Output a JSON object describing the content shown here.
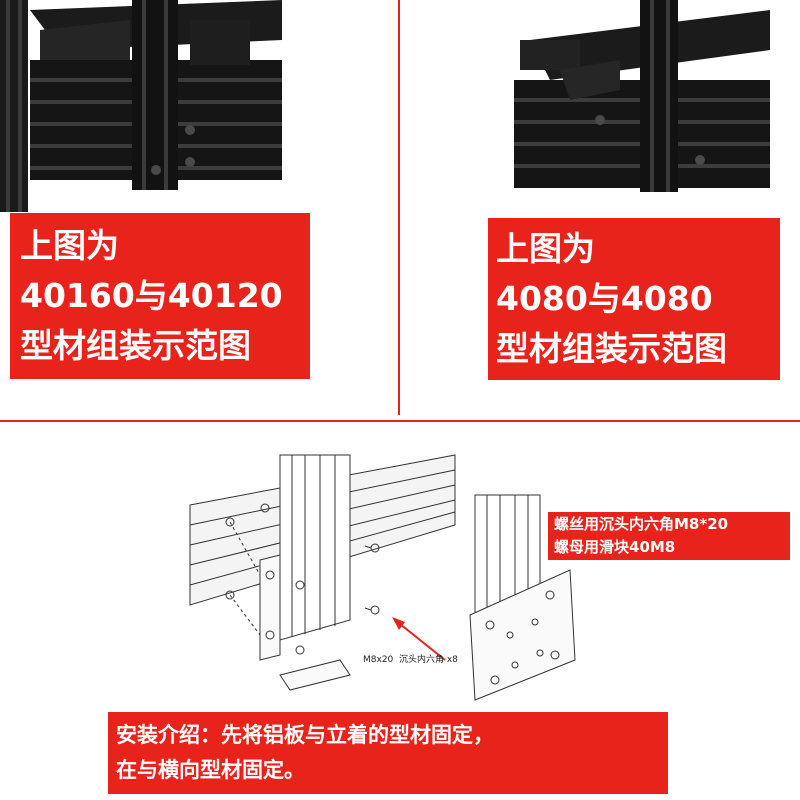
{
  "panel_left": {
    "caption": [
      "上图为",
      "40160与40120",
      "型材组装示范图"
    ]
  },
  "panel_right": {
    "caption": [
      "上图为",
      "4080与4080",
      "型材组装示范图"
    ]
  },
  "diagram": {
    "screw_note": [
      "螺丝用沉头内六角M8*20",
      "螺母用滑块40M8"
    ],
    "part_label": "M8x20  沉头内六角 x8"
  },
  "install_note": [
    "安装介绍：先将铝板与立着的型材固定，",
    "在与横向型材固定。"
  ],
  "colors": {
    "accent": "#e8231c",
    "frame": "#161616",
    "text_on_accent": "#ffffff"
  }
}
